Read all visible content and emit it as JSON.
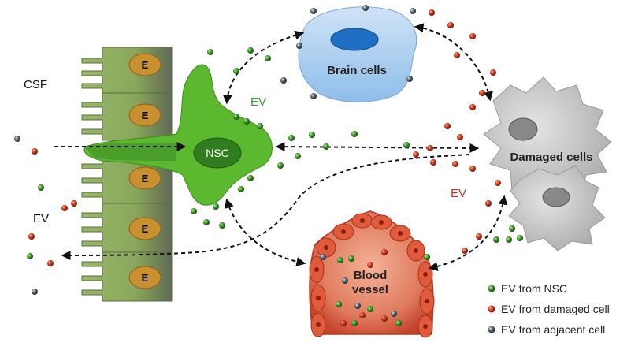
{
  "labels": {
    "csf": "CSF",
    "ev_left": "EV",
    "ev_green": "EV",
    "ev_red": "EV",
    "nsc": "NSC",
    "brain_cells": "Brain cells",
    "damaged_cells": "Damaged cells",
    "blood_vessel_line1": "Blood",
    "blood_vessel_line2": "vessel",
    "ependymal_marker": "E"
  },
  "legend": [
    {
      "label": "EV from NSC",
      "kind": "nsc"
    },
    {
      "label": "EV from damaged cell",
      "kind": "damaged"
    },
    {
      "label": "EV from adjacent cell",
      "kind": "adjacent"
    }
  ],
  "colors": {
    "ev_green_text": "#2e9e2e",
    "ev_red_text": "#d42a2a",
    "nsc_green": "#5cb82e",
    "brain_blue": "#a9cdee",
    "nucleus_blue": "#1f6fc4",
    "damaged_gray": "#c8c8c8",
    "vessel_red": "#d9533a",
    "ependymal_green": "#8fac5f",
    "nucleus_orange": "#c99030"
  }
}
